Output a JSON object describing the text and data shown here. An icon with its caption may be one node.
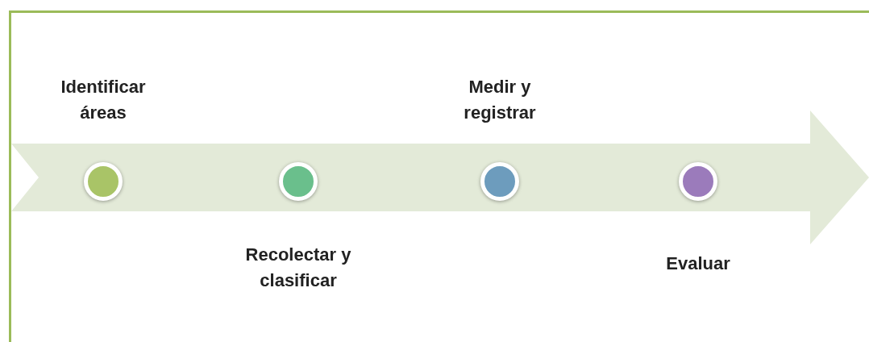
{
  "diagram": {
    "nodes": [
      {
        "text": [],
        "shape": "circle",
        "beside": [
          "Identificar áreas"
        ]
      },
      {
        "text": [],
        "shape": "circle",
        "beside": [
          "Recolectar y clasificar"
        ]
      },
      {
        "text": [],
        "shape": "circle",
        "beside": [
          "Medir y registrar"
        ]
      },
      {
        "text": [],
        "shape": "circle",
        "beside": [
          "Evaluar"
        ]
      }
    ]
  }
}
